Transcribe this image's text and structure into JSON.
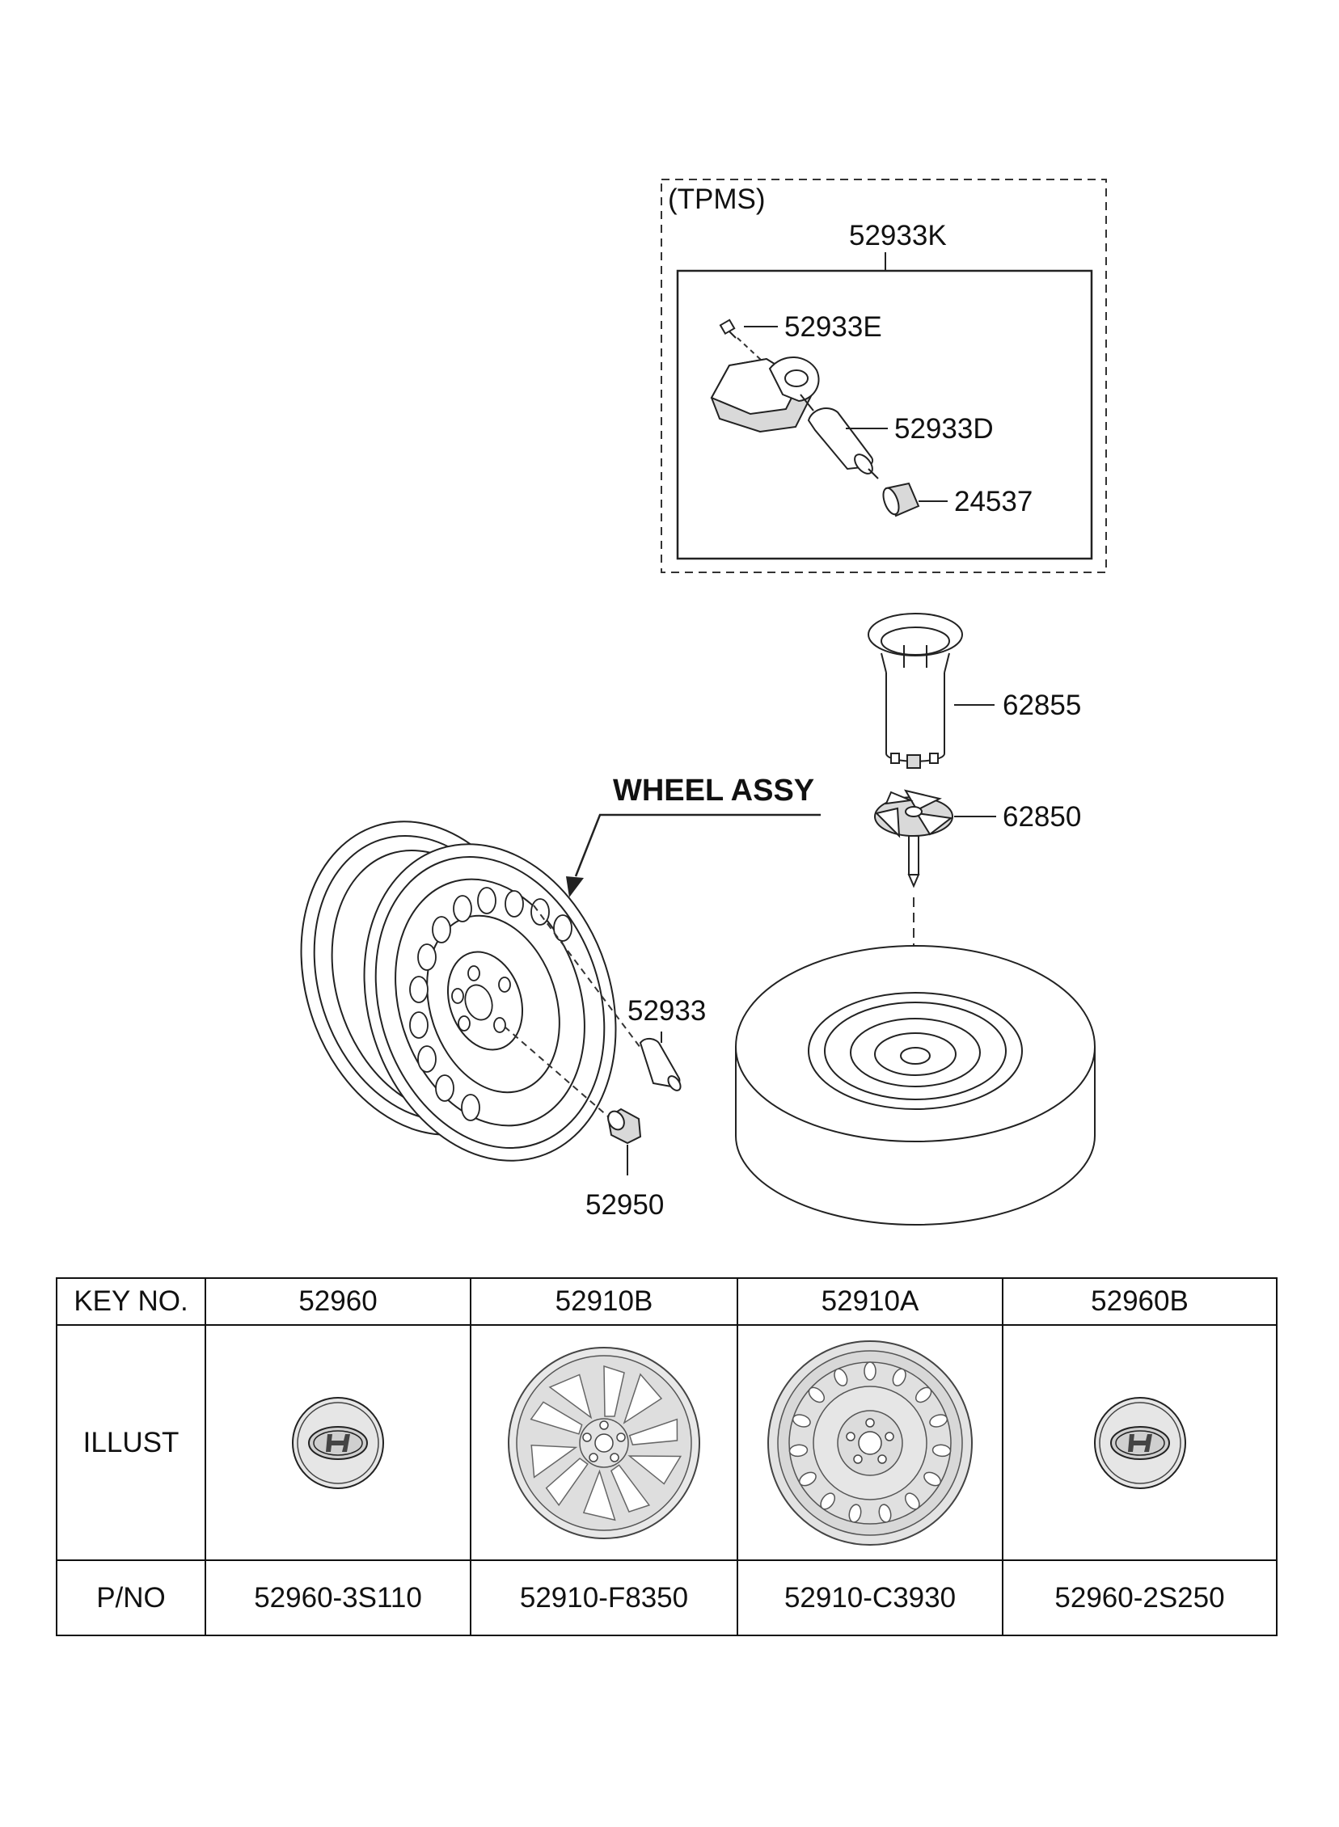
{
  "tpms": {
    "group_label": "(TPMS)",
    "kit_label": "52933K",
    "valve_cap_screw": "52933E",
    "valve_stem": "52933D",
    "valve_cap": "24537"
  },
  "spare_holder": {
    "bracket": "62855",
    "hold_down": "62850"
  },
  "wheel": {
    "title": "WHEEL ASSY",
    "valve": "52933",
    "nut": "52950"
  },
  "table": {
    "row_headers": [
      "KEY NO.",
      "ILLUST",
      "P/NO"
    ],
    "columns": [
      {
        "key": "52960",
        "pno": "52960-3S110",
        "illust": "center-cap"
      },
      {
        "key": "52910B",
        "pno": "52910-F8350",
        "illust": "alloy-wheel"
      },
      {
        "key": "52910A",
        "pno": "52910-C3930",
        "illust": "steel-wheel"
      },
      {
        "key": "52960B",
        "pno": "52960-2S250",
        "illust": "center-cap"
      }
    ]
  }
}
